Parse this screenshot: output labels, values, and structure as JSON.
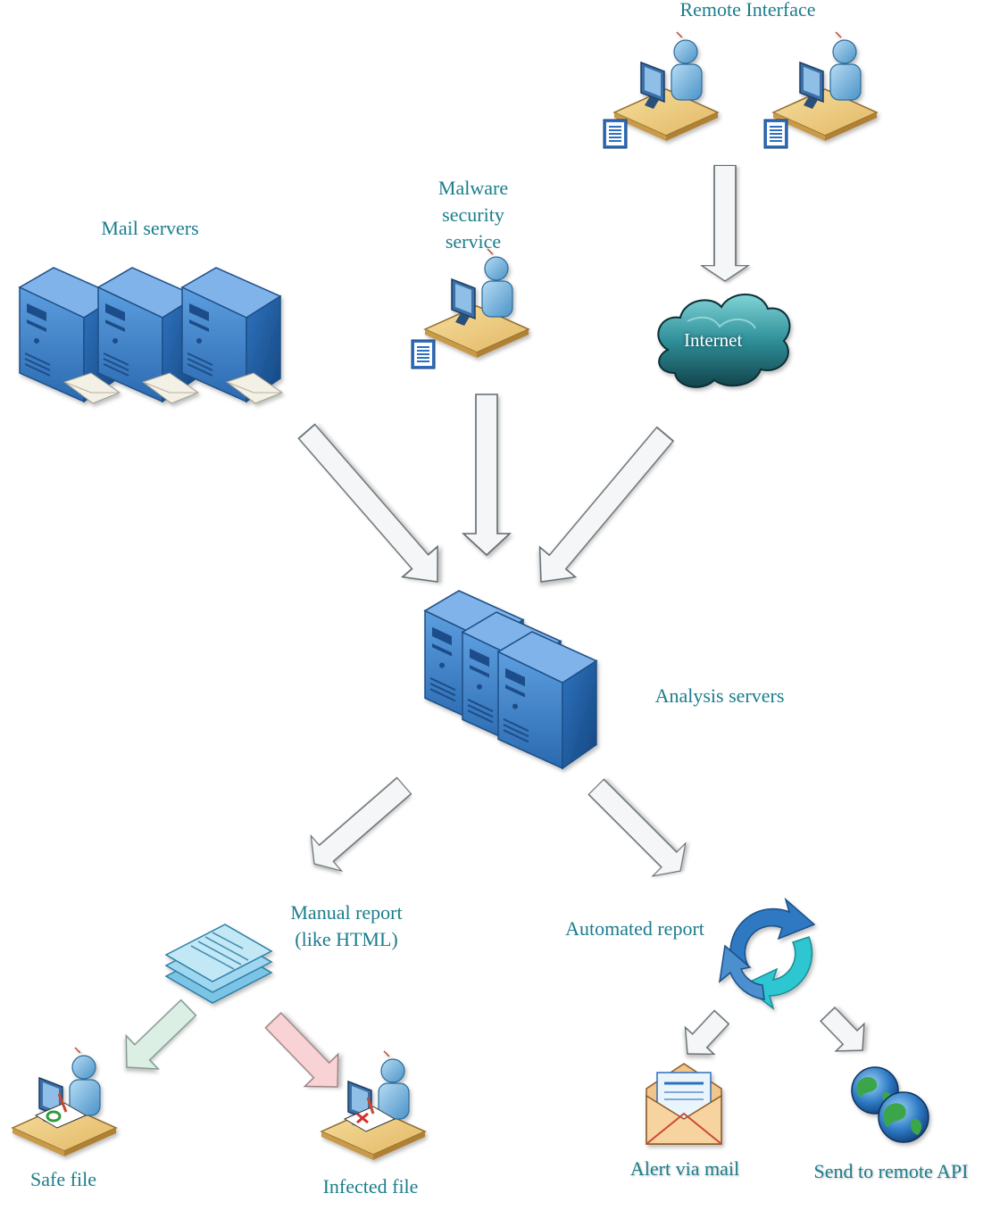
{
  "nodes": {
    "remote_interface": {
      "label": "Remote Interface"
    },
    "malware_service": {
      "label_lines": [
        "Malware",
        "security",
        "service"
      ]
    },
    "mail_servers": {
      "label": "Mail servers"
    },
    "internet": {
      "label": "Internet"
    },
    "analysis_servers": {
      "label": "Analysis servers"
    },
    "manual_report": {
      "label_lines": [
        "Manual report",
        "(like HTML)"
      ]
    },
    "automated_report": {
      "label": "Automated report"
    },
    "safe_file": {
      "label": "Safe file"
    },
    "infected_file": {
      "label": "Infected file"
    },
    "alert_mail": {
      "label": "Alert via mail"
    },
    "remote_api": {
      "label": "Send to remote API"
    }
  },
  "edges": [
    {
      "from": "remote_interface",
      "to": "internet"
    },
    {
      "from": "mail_servers",
      "to": "analysis_servers"
    },
    {
      "from": "malware_service",
      "to": "analysis_servers"
    },
    {
      "from": "internet",
      "to": "analysis_servers"
    },
    {
      "from": "analysis_servers",
      "to": "manual_report"
    },
    {
      "from": "analysis_servers",
      "to": "automated_report"
    },
    {
      "from": "manual_report",
      "to": "safe_file"
    },
    {
      "from": "manual_report",
      "to": "infected_file"
    },
    {
      "from": "automated_report",
      "to": "alert_mail"
    },
    {
      "from": "automated_report",
      "to": "remote_api"
    }
  ],
  "colors": {
    "label_text": "#1b7d8c",
    "arrow_default": "#f4f6f7",
    "arrow_safe": "#dcefe4",
    "arrow_infected": "#f8d2d4",
    "server_blue": "#3f7fc6",
    "cloud_teal": "#2f8f98"
  }
}
